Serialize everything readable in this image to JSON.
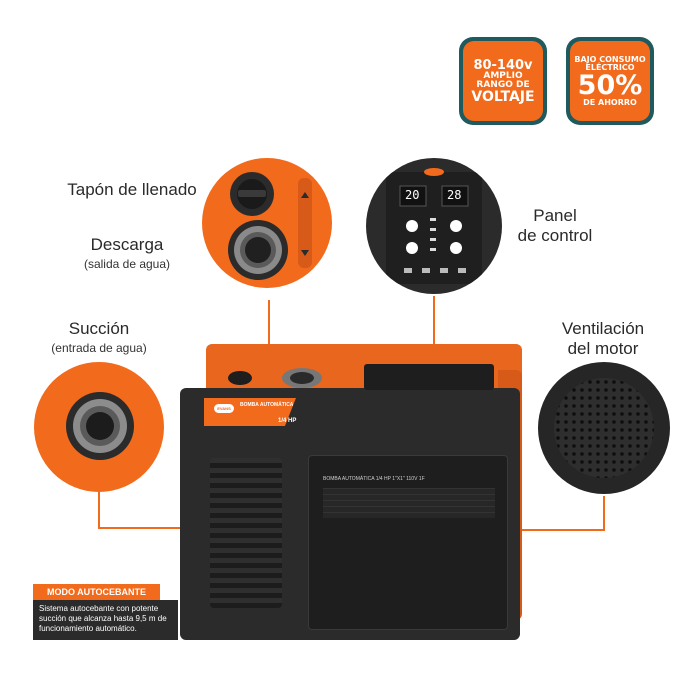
{
  "badges": {
    "voltage": {
      "line1": "80-140v",
      "line2": "AMPLIO",
      "line3": "RANGO DE",
      "line4": "VOLTAJE"
    },
    "savings": {
      "line1": "BAJO CONSUMO",
      "line2": "ELÉCTRICO",
      "line3": "50%",
      "line4": "DE AHORRO"
    }
  },
  "labels": {
    "fill_cap": "Tapón de llenado",
    "discharge": "Descarga",
    "discharge_sub": "(salida de agua)",
    "control_panel_line1": "Panel",
    "control_panel_line2": "de control",
    "suction": "Succión",
    "suction_sub": "(entrada de agua)",
    "ventilation_line1": "Ventilación",
    "ventilation_line2": "del motor"
  },
  "control_panel": {
    "display_left": "20",
    "display_right": "28"
  },
  "product": {
    "brand": "EVANS",
    "title": "BOMBA AUTOMÁTICA",
    "power": "1/4 HP",
    "panel_text": "BOMBA AUTOMÁTICA 1/4 HP 1\"X1\" 110V 1F"
  },
  "self_priming": {
    "title": "MODO AUTOCEBANTE",
    "description": "Sistema autocebante con potente succión que alcanza hasta 9,5 m de funcionamiento automático."
  },
  "colors": {
    "accent": "#f26a1b",
    "badge_border": "#1f5a5f",
    "body": "#2b2b2b"
  }
}
